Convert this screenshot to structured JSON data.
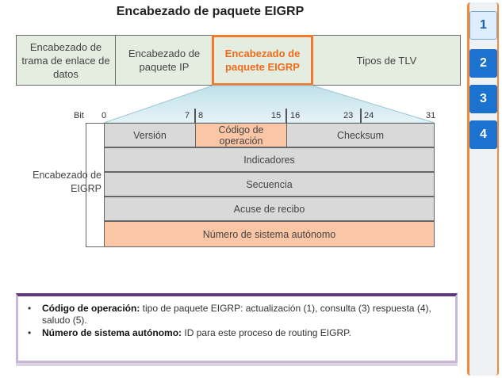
{
  "title": "Encabezado de paquete EIGRP",
  "frame": {
    "datalink": "Encabezado de trama de enlace de datos",
    "ip": "Encabezado de paquete IP",
    "eigrp": "Encabezado de paquete EIGRP",
    "tlv": "Tipos de TLV"
  },
  "bits": {
    "label": "Bit",
    "b0": "0",
    "b7": "7",
    "b8": "8",
    "b15": "15",
    "b16": "16",
    "b23": "23",
    "b24": "24",
    "b31": "31"
  },
  "header": {
    "side_label": "Encabezado de EIGRP",
    "version": "Versión",
    "opcode": "Código de operación",
    "checksum": "Checksum",
    "flags": "Indicadores",
    "sequence": "Secuencia",
    "ack": "Acuse de recibo",
    "asn": "Número de sistema autónomo"
  },
  "notes": [
    {
      "term": "Código de operación:",
      "text": " tipo de paquete EIGRP: actualización (1), consulta (3) respuesta (4), saludo (5)."
    },
    {
      "term": "Número de sistema autónomo:",
      "text": " ID para este proceso de routing EIGRP."
    }
  ],
  "nav": [
    "1",
    "2",
    "3",
    "4"
  ],
  "colors": {
    "accent": "#ee7a2b",
    "highlight": "#fac6a5",
    "nav_blue": "#1b73cf"
  }
}
